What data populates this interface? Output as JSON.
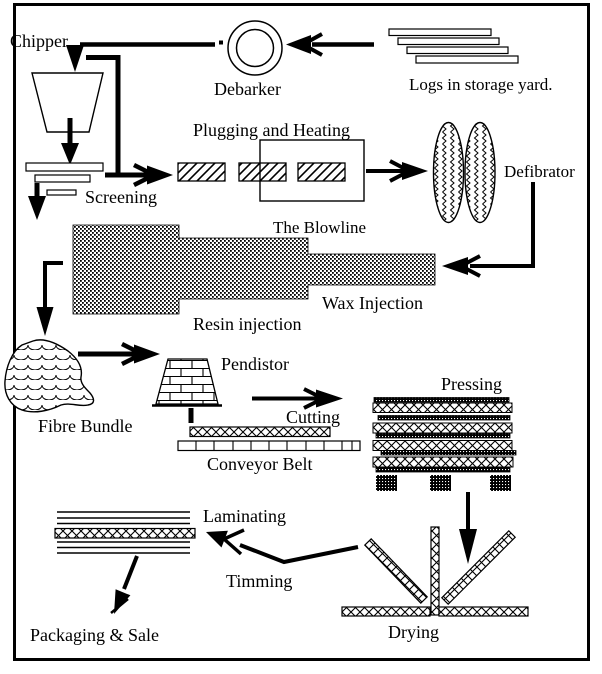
{
  "diagram": {
    "type": "process-flow",
    "title_hint": "Fibreboard manufacturing process",
    "labels": {
      "chipper": "Chipper",
      "debarker": "Debarker",
      "logs": "Logs in storage yard.",
      "screening": "Screening",
      "plugging": "Plugging and Heating",
      "defibrator": "Defibrator",
      "blowline": "The Blowline",
      "wax": "Wax Injection",
      "resin": "Resin injection",
      "fibre": "Fibre Bundle",
      "pendistor": "Pendistor",
      "cutting": "Cutting",
      "conveyor": "Conveyor Belt",
      "pressing": "Pressing",
      "laminating": "Laminating",
      "timming": "Timming",
      "drying": "Drying",
      "packaging": "Packaging & Sale"
    }
  },
  "colors": {
    "ink": "#000000",
    "paper": "#ffffff"
  }
}
